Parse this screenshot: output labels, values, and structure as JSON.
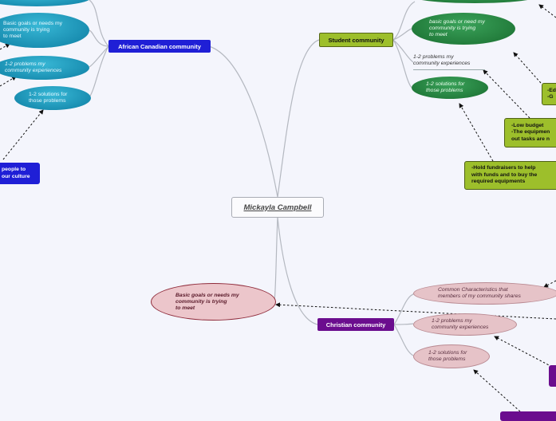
{
  "root": {
    "label": "Mickayla Campbell"
  },
  "branches": {
    "african": {
      "label": "African Canadian community",
      "goals": "Basic goals or needs my\ncommunity is trying\nto meet",
      "problems": "1-2 problems my\ncommunity experiences",
      "solutions": "1-2 solutions for\nthose problems",
      "callout": "people to\nour culture"
    },
    "student": {
      "label": "Student community",
      "goals": "basic goals or need my\ncommunity is trying\nto meet",
      "problems": "1-2 problems my\ncommunity experiences",
      "solutions": "1-2 solutions for\nthose problems",
      "goals_callout": "-Ed\n-G",
      "problems_callout": "-Low budget\n-The equipmen\nout tasks are n",
      "solutions_callout": "-Hold fundraisers to help\nwith funds and to buy the\nrequired equipments"
    },
    "christian": {
      "label": "Christian community",
      "characteristics": "Common Characteristics that\nmembers of my community shares",
      "problems": "1-2 problems my\ncommunity experiences",
      "solutions": "1-2 solutions for\nthose problems",
      "goals": "Basic goals or needs my\ncommunity is trying\nto meet"
    }
  },
  "colors": {
    "african": "#1f1fd6",
    "student": "#9dbf2b",
    "christian": "#6b0d8e",
    "connector": "#b4b8c0"
  }
}
